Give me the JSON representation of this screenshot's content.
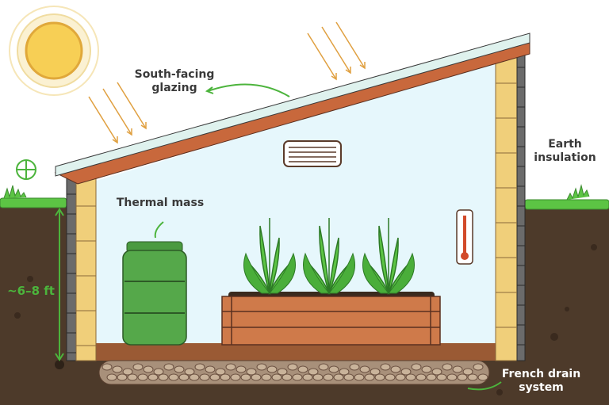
{
  "labels": {
    "glazing_line1": "South-facing",
    "glazing_line2": "glazing",
    "thermal_mass": "Thermal mass",
    "earth_line1": "Earth",
    "earth_line2": "insulation",
    "depth": "~6–8 ft",
    "drain_line1": "French drain",
    "drain_line2": "system"
  },
  "icons": [
    "sun-icon",
    "sunray-arrow-icon",
    "compass-icon",
    "vent-icon",
    "thermometer-icon",
    "water-barrel-icon",
    "plant-icon",
    "raised-bed-icon"
  ],
  "colors": {
    "soil": "#4d3a2a",
    "grass": "#5cc444",
    "interior": "#e6f7fc",
    "wall_block": "#f0cf7a",
    "wall_gray": "#6b6b6b",
    "roof": "#c8683c",
    "glazing": "#dff2ee",
    "barrel": "#55a84a",
    "bed": "#cf7a4a",
    "accent_green": "#4cb43c",
    "text": "#3a3a3a"
  }
}
